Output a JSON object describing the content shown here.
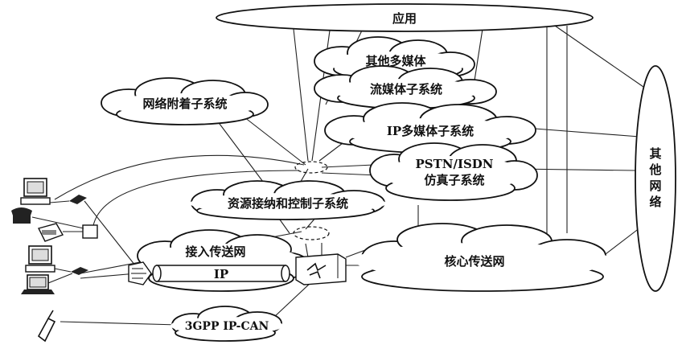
{
  "labels": {
    "application": "应用",
    "other_multimedia": "其他多媒体",
    "streaming_subsystem": "流媒体子系统",
    "network_attachment_subsystem": "网络附着子系统",
    "ip_multimedia_subsystem": "IP多媒体子系统",
    "pstn_line1": "PSTN/ISDN",
    "pstn_line2": "仿真子系统",
    "racs": "资源接纳和控制子系统",
    "access_transport": "接入传送网",
    "ip_pipe": "IP",
    "core_transport": "核心传送网",
    "other_networks_chars": [
      "其",
      "他",
      "网",
      "络"
    ],
    "gpp_ipcan": "3GPP IP-CAN"
  }
}
